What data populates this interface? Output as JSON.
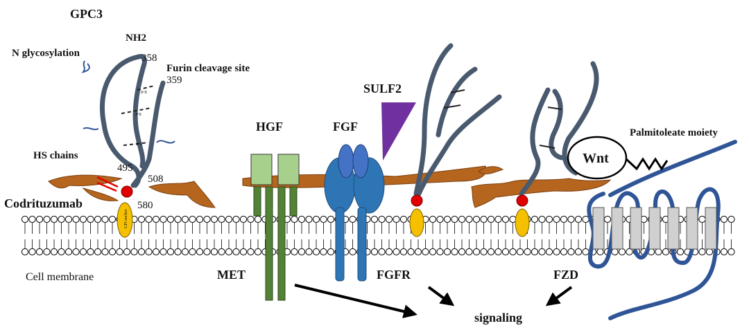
{
  "labels": {
    "gpc3": "GPC3",
    "nh2": "NH2",
    "n_glycosylation": "N glycosylation",
    "pos_358": "358",
    "furin_site": "Furin cleavage site",
    "pos_359": "359",
    "hs_chains": "HS chains",
    "pos_495": "495",
    "pos_508": "508",
    "pos_580": "580",
    "codrituzumab": "Codrituzumab",
    "cell_membrane": "Cell membrane",
    "ss": "s-s",
    "gpi_anchor": "GPI anchor",
    "hgf": "HGF",
    "fgf": "FGF",
    "sulf2": "SULF2",
    "met": "MET",
    "fgfr": "FGFR",
    "wnt": "Wnt",
    "palmitoleate": "Palmitoleate moiety",
    "fzd": "FZD",
    "signaling": "signaling"
  },
  "colors": {
    "core_protein": "#4a5a6e",
    "hs_chain": "#b5651d",
    "membrane_head": "#ffffff",
    "hgf": "#a8d08d",
    "met": "#548235",
    "fgf": "#4472c4",
    "fgfr": "#2e75b6",
    "sulf2": "#7030a0",
    "fzd": "#2f5597",
    "red_site": "#e00000",
    "gpi": "#f5c000"
  }
}
